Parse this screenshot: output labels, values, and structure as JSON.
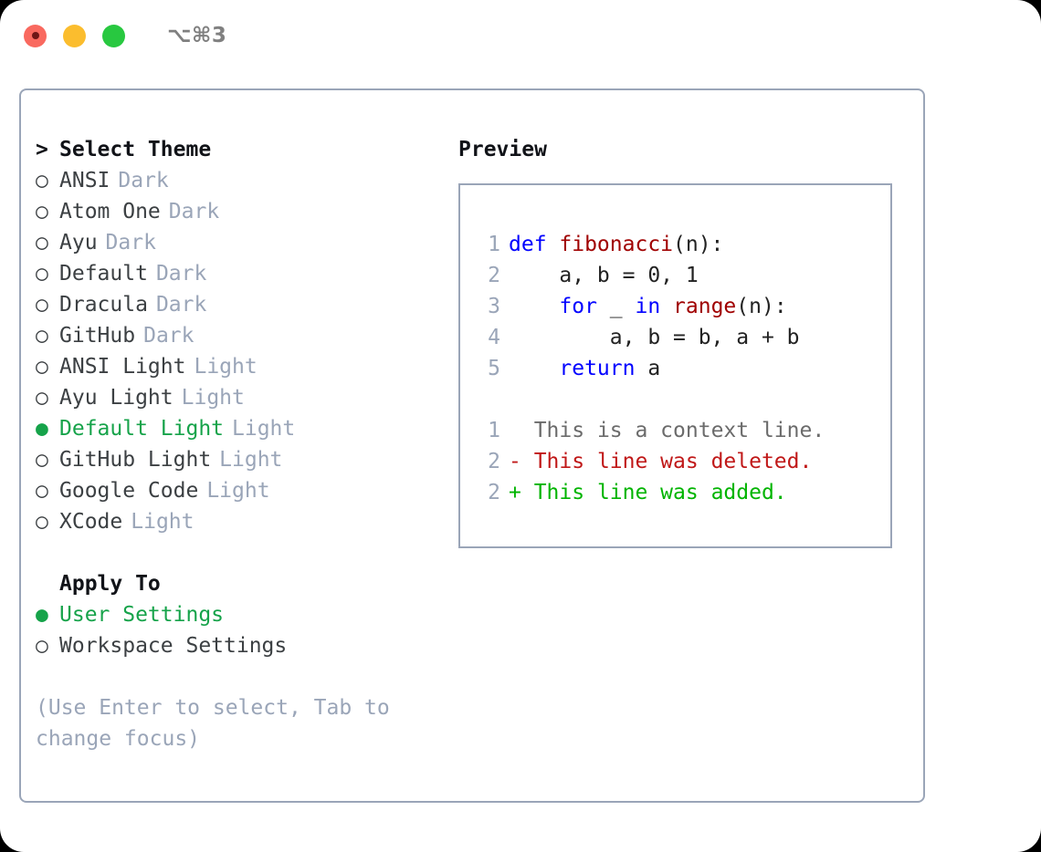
{
  "titlebar": {
    "lights": [
      {
        "name": "close",
        "color": "#f9695f"
      },
      {
        "name": "minimize",
        "color": "#fbbd2e"
      },
      {
        "name": "zoom",
        "color": "#28c840"
      }
    ],
    "shortcut": "⌥⌘3"
  },
  "theme_list": {
    "header_marker": ">",
    "header_label": "Select Theme",
    "unselected_marker": "○",
    "selected_marker": "●",
    "selected_color": "#16a34a",
    "items": [
      {
        "marker": "○",
        "label": "ANSI",
        "category": "Dark",
        "selected": false
      },
      {
        "marker": "○",
        "label": "Atom One",
        "category": "Dark",
        "selected": false
      },
      {
        "marker": "○",
        "label": "Ayu",
        "category": "Dark",
        "selected": false
      },
      {
        "marker": "○",
        "label": "Default",
        "category": "Dark",
        "selected": false
      },
      {
        "marker": "○",
        "label": "Dracula",
        "category": "Dark",
        "selected": false
      },
      {
        "marker": "○",
        "label": "GitHub",
        "category": "Dark",
        "selected": false
      },
      {
        "marker": "○",
        "label": "ANSI Light",
        "category": "Light",
        "selected": false
      },
      {
        "marker": "○",
        "label": "Ayu Light",
        "category": "Light",
        "selected": false
      },
      {
        "marker": "●",
        "label": "Default Light",
        "category": "Light",
        "selected": true
      },
      {
        "marker": "○",
        "label": "GitHub Light",
        "category": "Light",
        "selected": false
      },
      {
        "marker": "○",
        "label": "Google Code",
        "category": "Light",
        "selected": false
      },
      {
        "marker": "○",
        "label": "XCode",
        "category": "Light",
        "selected": false
      }
    ]
  },
  "apply_to": {
    "title": "Apply To",
    "items": [
      {
        "marker": "●",
        "label": "User Settings",
        "selected": true
      },
      {
        "marker": "○",
        "label": "Workspace Settings",
        "selected": false
      }
    ]
  },
  "hint": "(Use Enter to select, Tab to change focus)",
  "preview": {
    "title": "Preview",
    "code_lines": [
      {
        "lineno": "1",
        "tokens": [
          {
            "text": "def ",
            "type": "kw"
          },
          {
            "text": "fibonacci",
            "type": "fn"
          },
          {
            "text": "(n):",
            "type": "pl"
          }
        ]
      },
      {
        "lineno": "2",
        "tokens": [
          {
            "text": "    a, b = 0, 1",
            "type": "pl"
          }
        ]
      },
      {
        "lineno": "3",
        "tokens": [
          {
            "text": "    ",
            "type": "pl"
          },
          {
            "text": "for",
            "type": "kw"
          },
          {
            "text": " _ ",
            "type": "pl"
          },
          {
            "text": "in",
            "type": "kw"
          },
          {
            "text": " ",
            "type": "pl"
          },
          {
            "text": "range",
            "type": "fn"
          },
          {
            "text": "(n):",
            "type": "pl"
          }
        ]
      },
      {
        "lineno": "4",
        "tokens": [
          {
            "text": "        a, b = b, a + b",
            "type": "pl"
          }
        ]
      },
      {
        "lineno": "5",
        "tokens": [
          {
            "text": "    ",
            "type": "pl"
          },
          {
            "text": "return",
            "type": "kw"
          },
          {
            "text": " a",
            "type": "pl"
          }
        ]
      }
    ],
    "diff_lines": [
      {
        "lineno": "1",
        "sign": " ",
        "text": " This is a context line.",
        "type": "context"
      },
      {
        "lineno": "2",
        "sign": "-",
        "text": " This line was deleted.",
        "type": "deleted"
      },
      {
        "lineno": "2",
        "sign": "+",
        "text": " This line was added.",
        "type": "added"
      }
    ],
    "colors": {
      "keyword": "#0000ff",
      "function": "#a00000",
      "plain": "#222222",
      "lineno": "#9aa5b8",
      "diff_context": "#6b6b6b",
      "diff_deleted": "#c01818",
      "diff_added": "#00b400"
    }
  }
}
